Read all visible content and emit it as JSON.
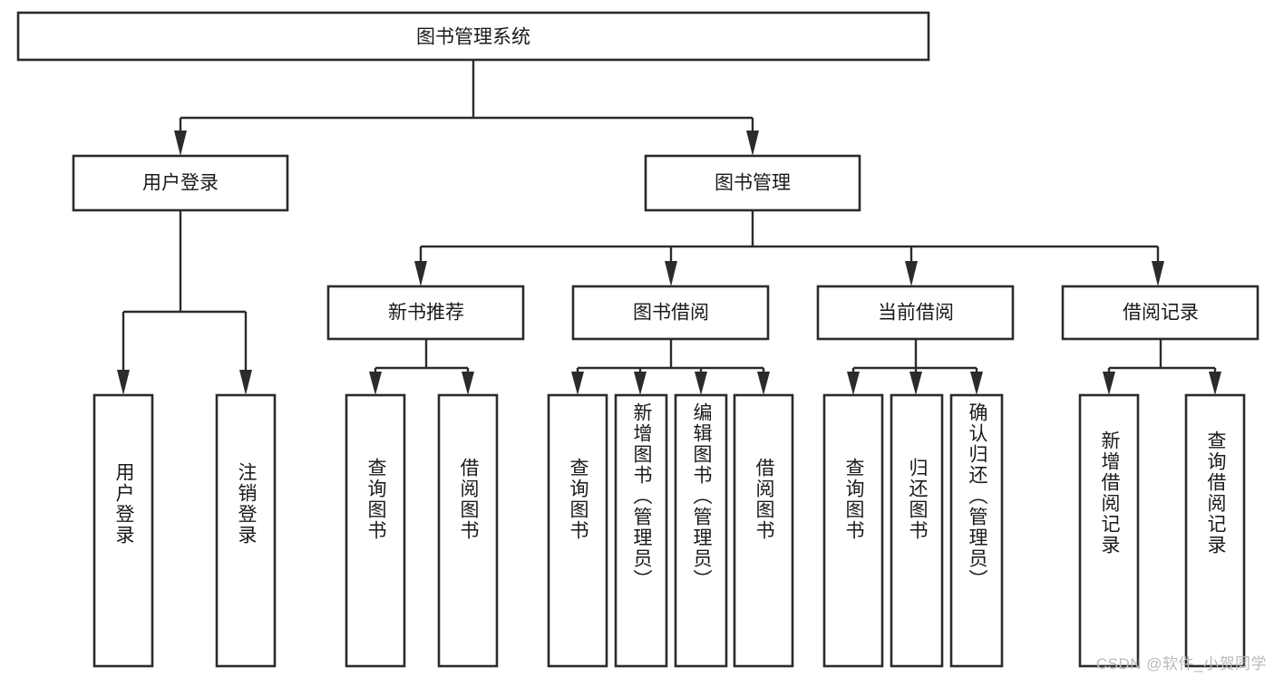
{
  "diagram": {
    "title": "图书管理系统",
    "type": "tree-hierarchy",
    "watermark": "CSDN @软件_小贺同学",
    "colors": {
      "background": "#ffffff",
      "box_stroke": "#2b2b2b",
      "box_fill": "#ffffff",
      "text": "#1a1a1a",
      "watermark": "#b9b9b9"
    },
    "root": {
      "label": "图书管理系统"
    },
    "level2": [
      {
        "label": "用户登录"
      },
      {
        "label": "图书管理"
      }
    ],
    "level3": [
      {
        "label": "新书推荐"
      },
      {
        "label": "图书借阅"
      },
      {
        "label": "当前借阅"
      },
      {
        "label": "借阅记录"
      }
    ],
    "leaves": {
      "user_login": [
        {
          "label": "用户登录"
        },
        {
          "label": "注销登录"
        }
      ],
      "new_book_recommend": [
        {
          "label": "查询图书"
        },
        {
          "label": "借阅图书"
        }
      ],
      "book_borrow": [
        {
          "label": "查询图书"
        },
        {
          "label": "新增图书（管理员）"
        },
        {
          "label": "编辑图书（管理员）"
        },
        {
          "label": "借阅图书"
        }
      ],
      "current_borrow": [
        {
          "label": "查询图书"
        },
        {
          "label": "归还图书"
        },
        {
          "label": "确认归还（管理员）"
        }
      ],
      "borrow_record": [
        {
          "label": "新增借阅记录"
        },
        {
          "label": "查询借阅记录"
        }
      ]
    }
  }
}
